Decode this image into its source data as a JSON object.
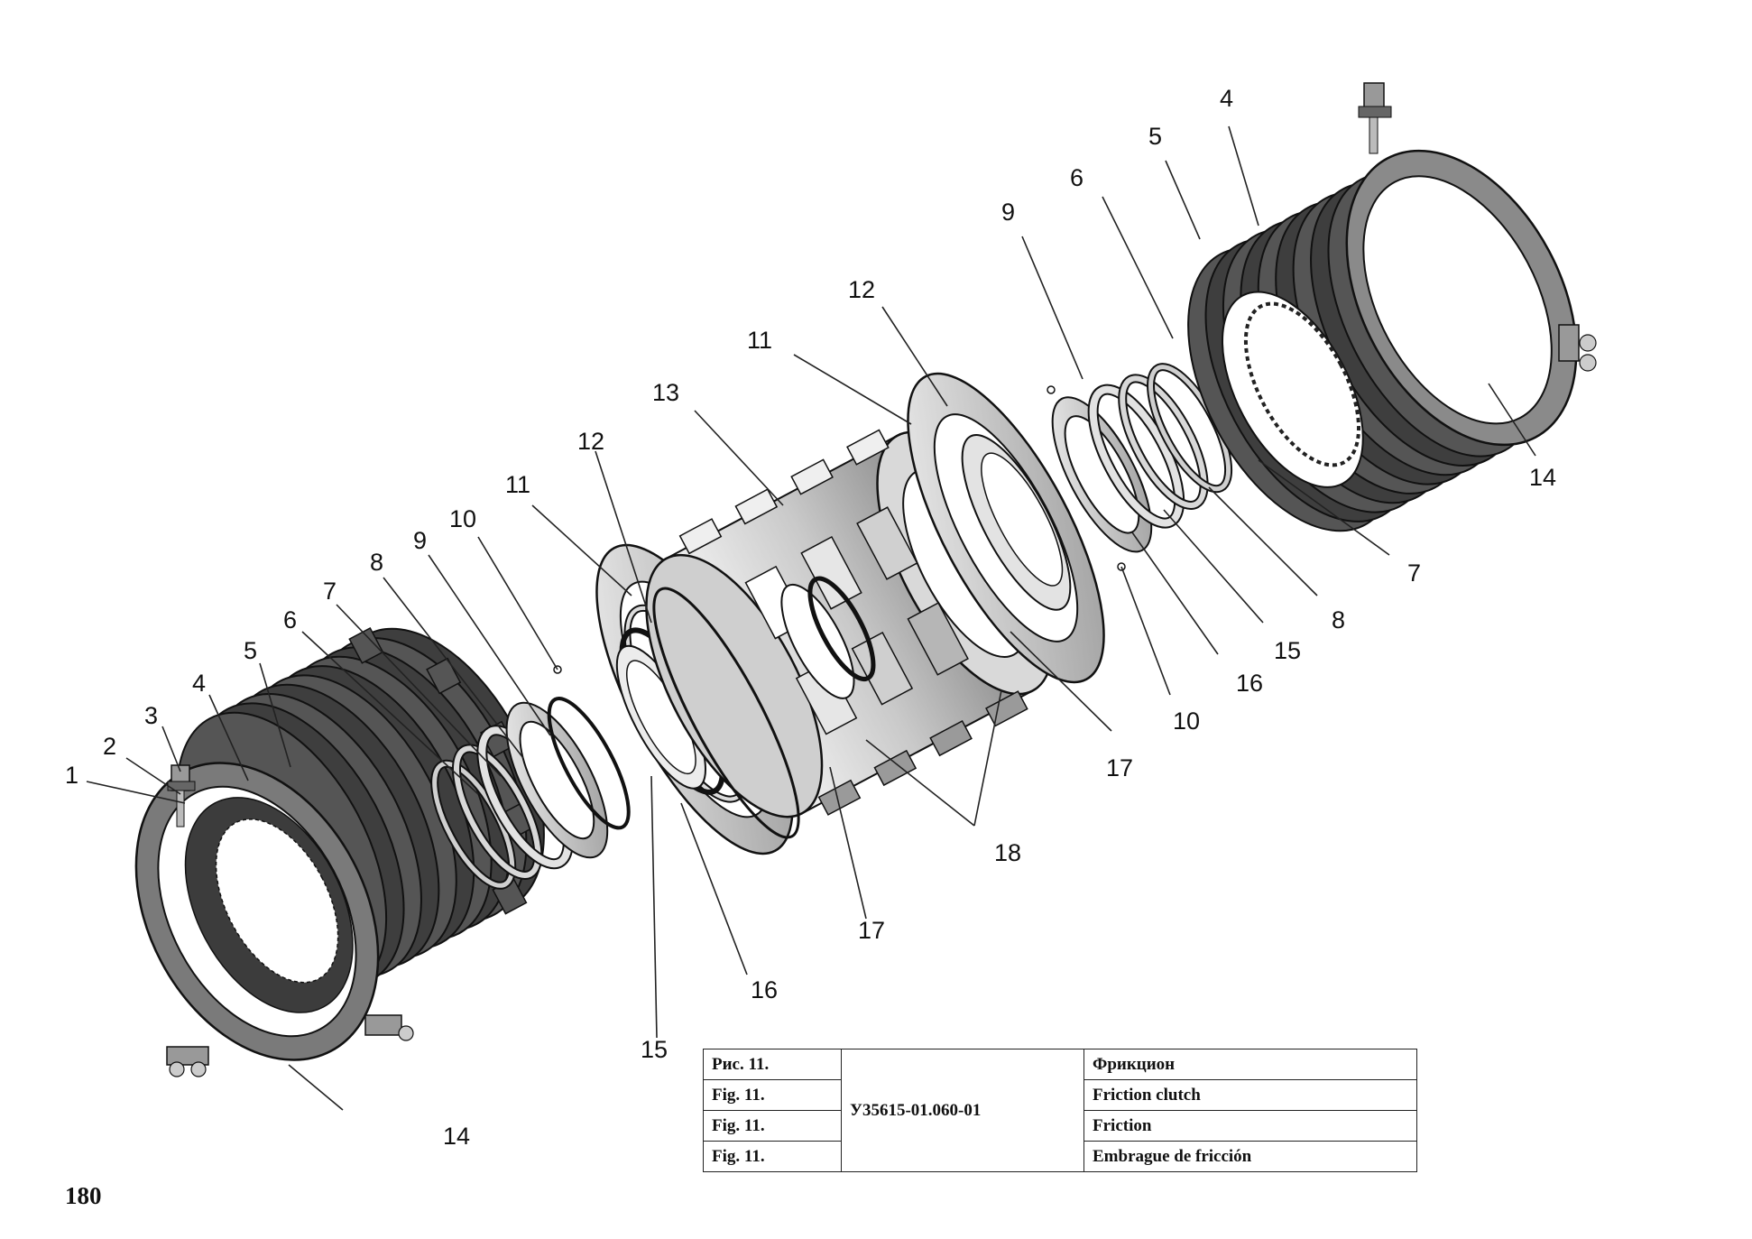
{
  "callouts": [
    {
      "id": "c1-left",
      "text": "1"
    },
    {
      "id": "c2-left",
      "text": "2"
    },
    {
      "id": "c3-left",
      "text": "3"
    },
    {
      "id": "c4-left",
      "text": "4"
    },
    {
      "id": "c5-left",
      "text": "5"
    },
    {
      "id": "c6-left",
      "text": "6"
    },
    {
      "id": "c7-left",
      "text": "7"
    },
    {
      "id": "c8-left",
      "text": "8"
    },
    {
      "id": "c9-left",
      "text": "9"
    },
    {
      "id": "c10-left",
      "text": "10"
    },
    {
      "id": "c11-left",
      "text": "11"
    },
    {
      "id": "c12-left",
      "text": "12"
    },
    {
      "id": "c13",
      "text": "13"
    },
    {
      "id": "c14-left",
      "text": "14"
    },
    {
      "id": "c15-left",
      "text": "15"
    },
    {
      "id": "c16-left",
      "text": "16"
    },
    {
      "id": "c17-left",
      "text": "17"
    },
    {
      "id": "c18",
      "text": "18"
    },
    {
      "id": "c17-right",
      "text": "17"
    },
    {
      "id": "c10-right",
      "text": "10"
    },
    {
      "id": "c16-right",
      "text": "16"
    },
    {
      "id": "c15-right",
      "text": "15"
    },
    {
      "id": "c8-right",
      "text": "8"
    },
    {
      "id": "c7-right",
      "text": "7"
    },
    {
      "id": "c14-right",
      "text": "14"
    },
    {
      "id": "c4-right",
      "text": "4"
    },
    {
      "id": "c5-right",
      "text": "5"
    },
    {
      "id": "c6-right",
      "text": "6"
    },
    {
      "id": "c9-right",
      "text": "9"
    },
    {
      "id": "c11-right",
      "text": "11"
    },
    {
      "id": "c12-right",
      "text": "12"
    }
  ],
  "caption": {
    "part_number": "У35615-01.060-01",
    "rows": [
      {
        "fig": "Рис. 11.",
        "title": "Фрикцион"
      },
      {
        "fig": "Fig. 11.",
        "title": "Friction clutch"
      },
      {
        "fig": "Fig. 11.",
        "title": "Friction"
      },
      {
        "fig": "Fig. 11.",
        "title": "Embrague de fricción"
      }
    ]
  },
  "page_number": "180",
  "colors": {
    "ink": "#111111",
    "disc_dark": "#4a4a4a",
    "disc_mid": "#7d7d7d",
    "disc_light": "#c4c4c4",
    "hub_light": "#dedede"
  }
}
